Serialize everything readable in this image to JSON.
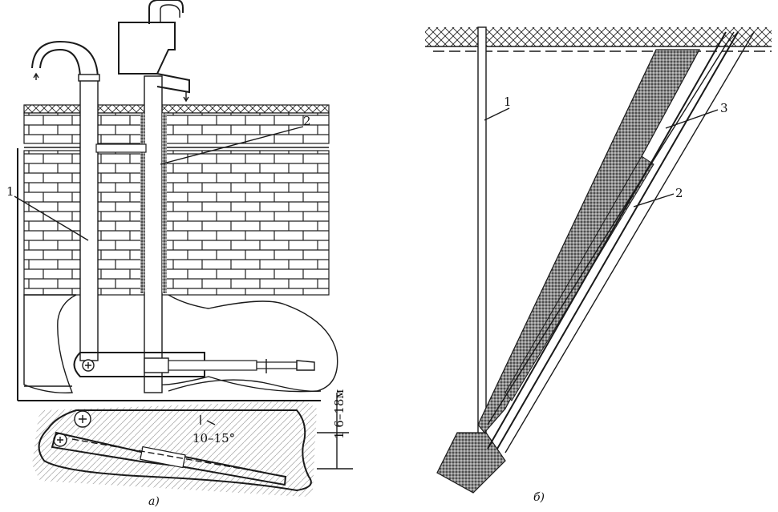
{
  "figure_a": {
    "caption": "а)",
    "label_1": "1",
    "label_2": "2",
    "angle_label": "10–15°",
    "depth_label": "1 6–18м"
  },
  "figure_b": {
    "caption": "б)",
    "label_1": "1",
    "label_2": "2",
    "label_3": "3"
  },
  "colors": {
    "ink": "#1a1a1a",
    "ore_fill": "#6b6b6b",
    "background": "#ffffff"
  }
}
